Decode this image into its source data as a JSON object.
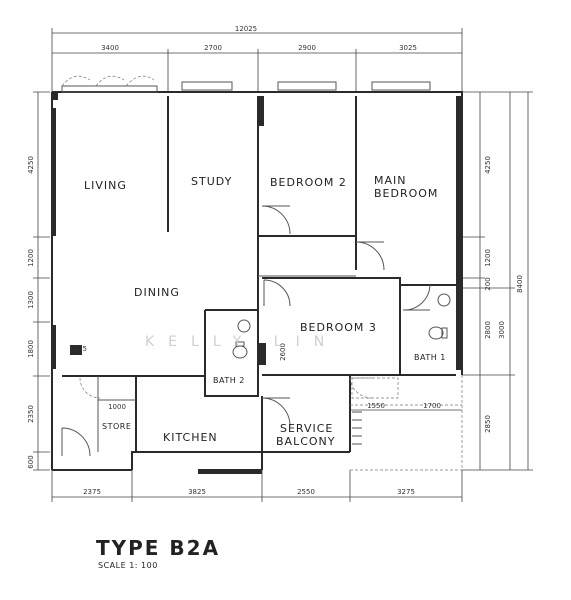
{
  "plan_title": "TYPE B2A",
  "scale": "SCALE 1: 100",
  "watermark": "KELLY LIN",
  "rooms": {
    "living": "LIVING",
    "study": "STUDY",
    "bedroom2": "BEDROOM 2",
    "main_bedroom_1": "MAIN",
    "main_bedroom_2": "BEDROOM",
    "dining": "DINING",
    "bedroom3": "BEDROOM 3",
    "bath1": "BATH 1",
    "bath2": "BATH 2",
    "store": "STORE",
    "kitchen": "KITCHEN",
    "service_1": "SERVICE",
    "service_2": "BALCONY"
  },
  "dimensions": {
    "top_total": "12025",
    "top": [
      "3400",
      "2700",
      "2900",
      "3025"
    ],
    "bottom": [
      "2375",
      "3825",
      "2550",
      "3275"
    ],
    "left": [
      "4250",
      "1200",
      "1300",
      "1800",
      "2350",
      "600"
    ],
    "right_inner": [
      "4250",
      "1200",
      "200",
      "2800",
      "2850"
    ],
    "right_mid": "3000",
    "right_total": "8400",
    "inner": [
      "1225",
      "1000",
      "2600",
      "1550",
      "1700"
    ]
  }
}
